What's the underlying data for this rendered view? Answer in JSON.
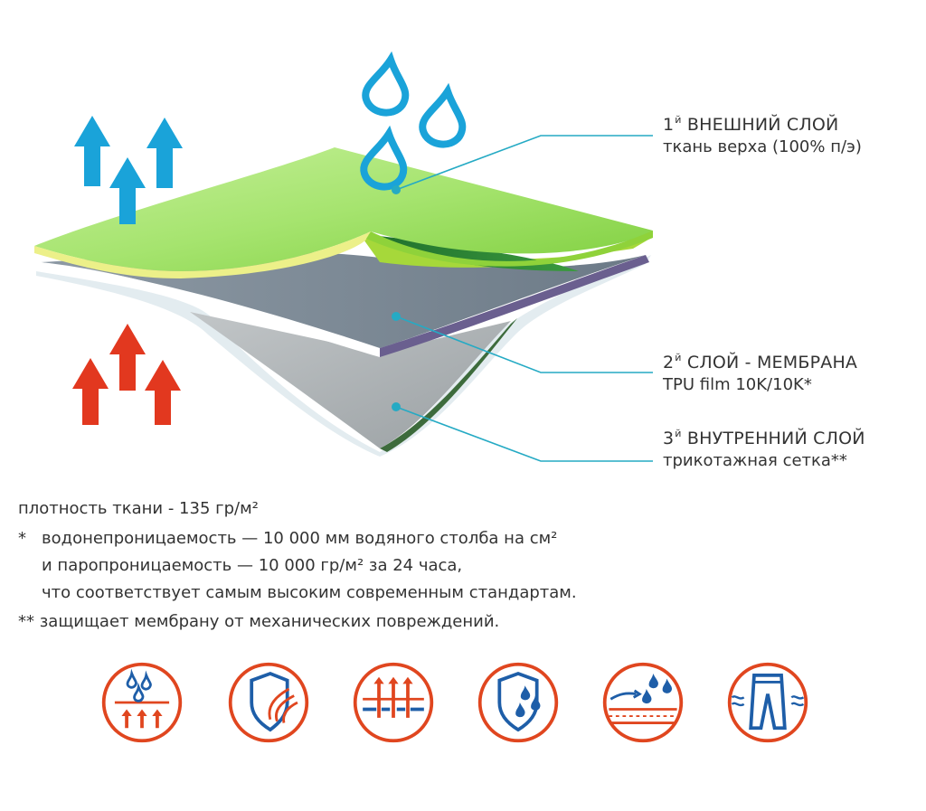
{
  "labels": {
    "layer1": {
      "num": "1",
      "sup": "й",
      "title": "ВНЕШНИЙ СЛОЙ",
      "sub": "ткань верха (100% п/э)"
    },
    "layer2": {
      "num": "2",
      "sup": "й",
      "title": "СЛОЙ - МЕМБРАНА",
      "sub": "TPU film 10K/10K*"
    },
    "layer3": {
      "num": "3",
      "sup": "й",
      "title": "ВНУТРЕННИЙ СЛОЙ",
      "sub": "трикотажная сетка**"
    }
  },
  "notes": {
    "density": "плотность ткани - 135 гр/м²",
    "star1_mark": "*",
    "star1_line1": "водонепроницаемость — 10 000 мм водяного столба на см²",
    "star1_line2": "и паропроницаемость — 10 000 гр/м² за 24 часа,",
    "star1_line3": "что соответствует самым высоким современным стандартам.",
    "star2": "** защищает мембрану от механических повреждений."
  },
  "colors": {
    "blue": "#1aa3d9",
    "red": "#e2381f",
    "icon_ring": "#e0461f",
    "icon_blue": "#1e5ea8",
    "green_light": "#9be26a",
    "green_dark": "#2f8a3b",
    "membrane": "#7d8b99",
    "inner": "#a9aeb0",
    "leader": "#25aac4"
  },
  "icons": [
    "breathable-icon",
    "wind-shield-icon",
    "vapor-permeable-icon",
    "waterproof-shield-icon",
    "water-repellent-icon",
    "pants-icon"
  ]
}
